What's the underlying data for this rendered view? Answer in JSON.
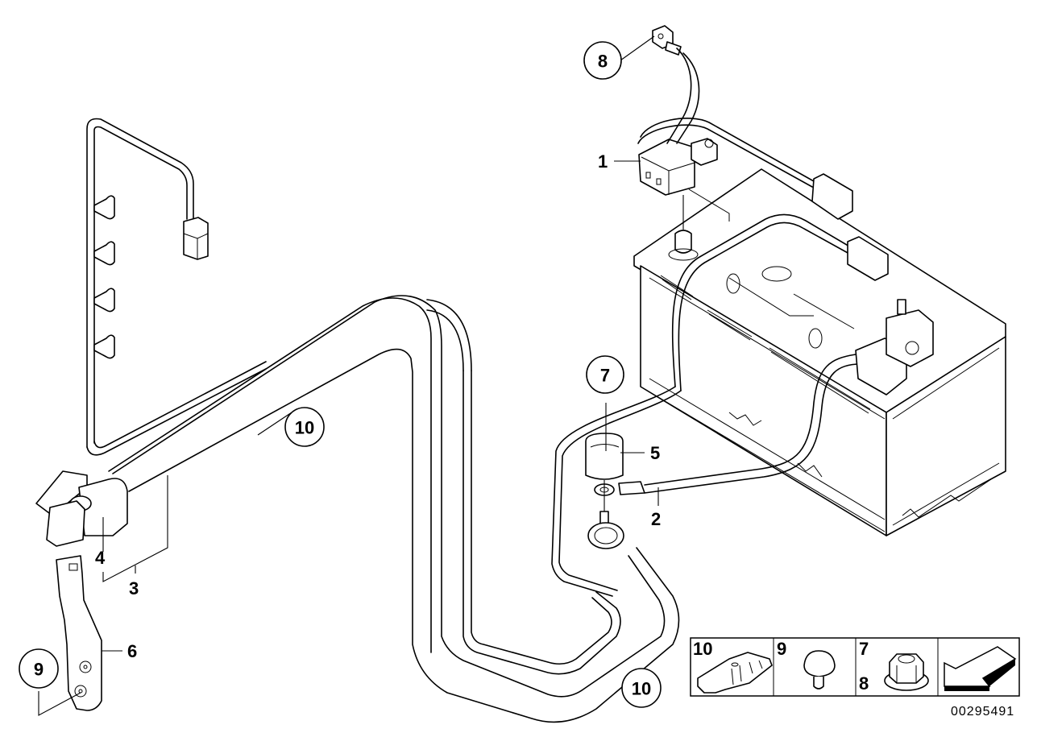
{
  "diagram": {
    "title": "Battery cable assembly exploded view",
    "document_number": "00295491",
    "callouts": [
      {
        "id": "1",
        "text": "1",
        "style": "plain"
      },
      {
        "id": "2",
        "text": "2",
        "style": "plain"
      },
      {
        "id": "3",
        "text": "3",
        "style": "plain"
      },
      {
        "id": "4",
        "text": "4",
        "style": "plain"
      },
      {
        "id": "5",
        "text": "5",
        "style": "plain"
      },
      {
        "id": "6",
        "text": "6",
        "style": "plain"
      },
      {
        "id": "7",
        "text": "7",
        "style": "circled"
      },
      {
        "id": "8",
        "text": "8",
        "style": "circled"
      },
      {
        "id": "9",
        "text": "9",
        "style": "circled"
      },
      {
        "id": "10a",
        "text": "10",
        "style": "circled"
      },
      {
        "id": "10b",
        "text": "10",
        "style": "circled"
      }
    ],
    "parts": {
      "battery": "battery-icon",
      "positive_cable": "battery-cable-icon",
      "negative_cable_sensor": "intelligent-battery-sensor-icon",
      "wiring_harness": "wiring-harness-icon",
      "terminal_cap": "terminal-cap-icon",
      "cable_clip": "cable-clip-icon",
      "bracket": "bracket-icon",
      "nut": "hex-nut-icon",
      "rivet": "rivet-icon"
    },
    "legend": [
      {
        "labels": [
          "10"
        ],
        "icon": "cable-clip-icon"
      },
      {
        "labels": [
          "9"
        ],
        "icon": "plastic-rivet-icon"
      },
      {
        "labels": [
          "7",
          "8"
        ],
        "icon": "hex-flange-nut-icon"
      },
      {
        "labels": [],
        "icon": "direction-arrow-icon"
      }
    ]
  }
}
